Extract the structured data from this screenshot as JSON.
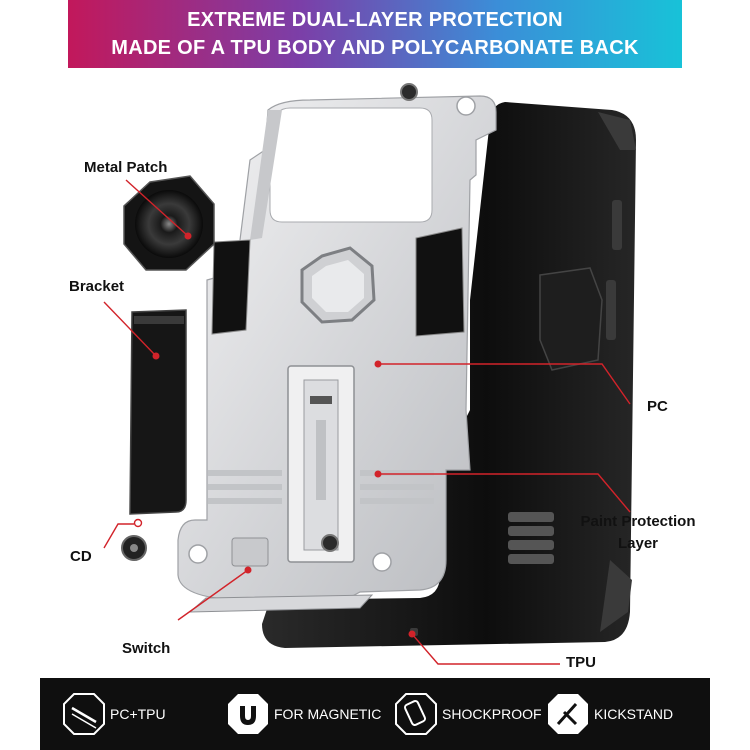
{
  "banner": {
    "line1": "EXTREME DUAL-LAYER PROTECTION",
    "line2": "MADE OF A TPU BODY AND POLYCARBONATE BACK"
  },
  "callouts": {
    "metal_patch": "Metal Patch",
    "bracket": "Bracket",
    "cd": "CD",
    "switch": "Switch",
    "pc": "PC",
    "paint_line1": "Paint Protection",
    "paint_line2": "Layer",
    "tpu": "TPU"
  },
  "features": [
    {
      "label": "PC+TPU",
      "icon": "layers-icon"
    },
    {
      "label": "FOR MAGNETIC",
      "icon": "magnet-icon"
    },
    {
      "label": "SHOCKPROOF",
      "icon": "shield-phone-icon"
    },
    {
      "label": "KICKSTAND",
      "icon": "kickstand-icon"
    }
  ],
  "colors": {
    "accent_red": "#d2232a",
    "case_silver": "#d9dadc",
    "case_black": "#141414",
    "banner_start": "#c2185b",
    "banner_end": "#18c2d8"
  }
}
